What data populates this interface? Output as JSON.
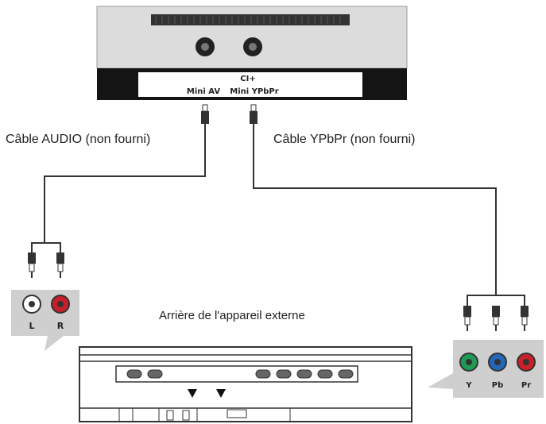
{
  "tv_panel": {
    "ci_label": "CI+",
    "port_mini_av": "Mini AV",
    "port_mini_ypbpr": "Mini YPbPr"
  },
  "cables": {
    "audio_label": "Câble AUDIO (non fourni)",
    "ypbpr_label": "Câble YPbPr (non fourni)"
  },
  "external_device": {
    "caption": "Arrière de l'appareil externe"
  },
  "audio_jacks": {
    "left": "L",
    "right": "R"
  },
  "component_jacks": {
    "y": "Y",
    "pb": "Pb",
    "pr": "Pr"
  },
  "colors": {
    "panel_gray": "#d8d8d8",
    "panel_dark": "#141414",
    "audio_right": "#c8202a",
    "comp_y": "#1f9a55",
    "comp_pb": "#2466b8",
    "comp_pr": "#c8202a",
    "callout_gray": "#cfcfcf"
  }
}
